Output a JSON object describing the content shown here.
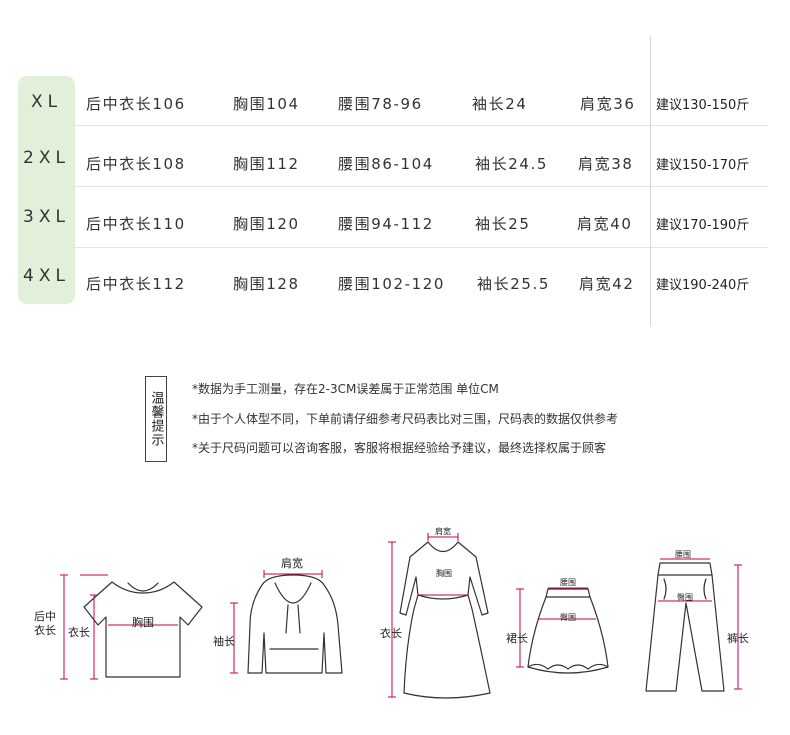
{
  "size_table": {
    "rows": [
      {
        "size": "XL",
        "back_length": "后中衣长106",
        "chest": "胸围104",
        "waist": "腰围78-96",
        "sleeve": "袖长24",
        "shoulder": "肩宽36",
        "advice": "建议130-150斤"
      },
      {
        "size": "2XL",
        "back_length": "后中衣长108",
        "chest": "胸围112",
        "waist": "腰围86-104",
        "sleeve": "袖长24.5",
        "shoulder": "肩宽38",
        "advice": "建议150-170斤"
      },
      {
        "size": "3XL",
        "back_length": "后中衣长110",
        "chest": "胸围120",
        "waist": "腰围94-112",
        "sleeve": "袖长25",
        "shoulder": "肩宽40",
        "advice": "建议170-190斤"
      },
      {
        "size": "4XL",
        "back_length": "后中衣长112",
        "chest": "胸围128",
        "waist": "腰围102-120",
        "sleeve": "袖长25.5",
        "shoulder": "肩宽42",
        "advice": "建议190-240斤"
      }
    ],
    "size_column_color": "#e2efd9"
  },
  "tips": {
    "title": "温馨提示",
    "lines": [
      "*数据为手工测量，存在2-3CM误差属于正常范围    单位CM",
      "*由于个人体型不同，下单前请仔细参考尺码表比对三围，尺码表的数据仅供参考",
      "*关于尺码问题可以咨询客服，客服将根据经验给予建议，最终选择权属于顾客"
    ]
  },
  "diagrams": {
    "tshirt": {
      "back_length": "后中\n衣长",
      "length": "衣长",
      "chest": "胸围"
    },
    "hoodie": {
      "shoulder": "肩宽",
      "sleeve": "袖长"
    },
    "dress": {
      "shoulder": "肩宽",
      "chest": "胸围",
      "length": "衣长"
    },
    "skirt": {
      "waist": "腰围",
      "hip": "臀围",
      "length": "裙长"
    },
    "pants": {
      "waist": "腰围",
      "hip": "臀围",
      "length": "裤长"
    },
    "measure_line_color": "#c0004f"
  }
}
